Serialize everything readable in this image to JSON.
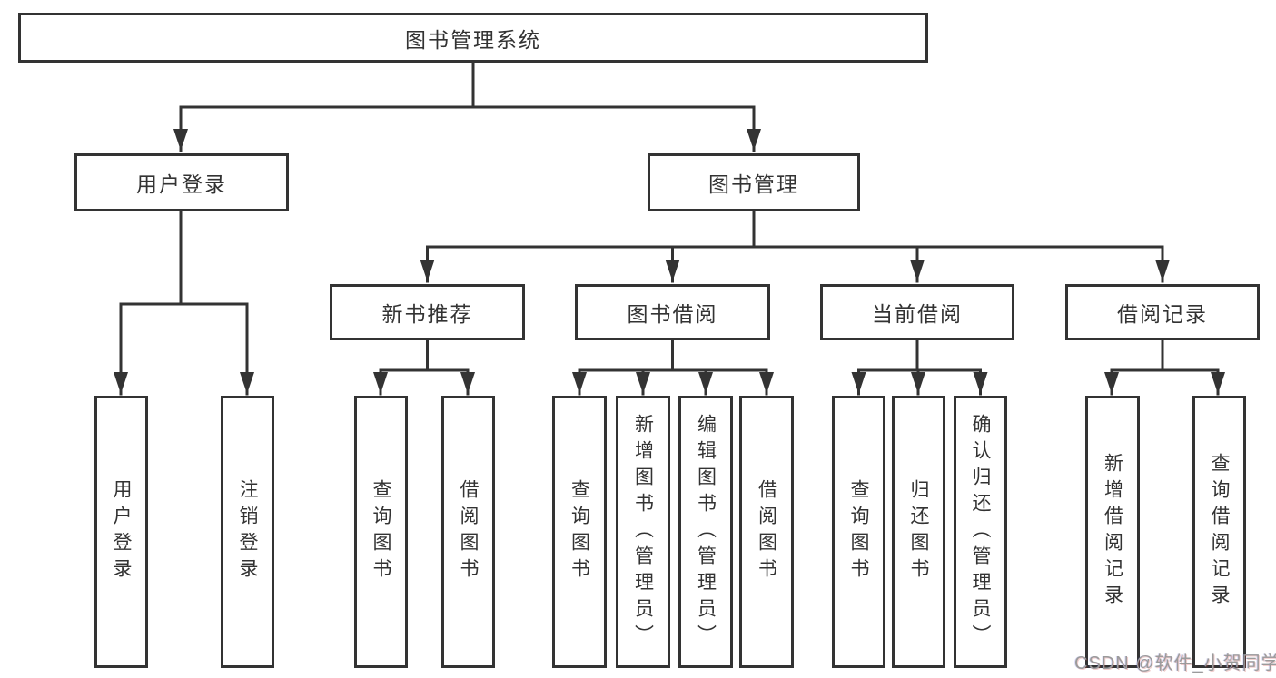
{
  "diagram": {
    "title": "图书管理系统",
    "colors": {
      "line": "#333333",
      "text": "#333333",
      "background": "#ffffff",
      "watermark_gray": "#9b9b9b"
    },
    "nodes": {
      "root": {
        "label": "图书管理系统"
      },
      "level2": [
        {
          "label": "用户登录"
        },
        {
          "label": "图书管理"
        }
      ],
      "level3": [
        {
          "label": "新书推荐"
        },
        {
          "label": "图书借阅"
        },
        {
          "label": "当前借阅"
        },
        {
          "label": "借阅记录"
        }
      ],
      "leaves": [
        {
          "label": "用户登录",
          "parent": "用户登录"
        },
        {
          "label": "注销登录",
          "parent": "用户登录"
        },
        {
          "label": "查询图书",
          "parent": "新书推荐"
        },
        {
          "label": "借阅图书",
          "parent": "新书推荐"
        },
        {
          "label": "查询图书",
          "parent": "图书借阅"
        },
        {
          "label": "新增图书（管理员）",
          "parent": "图书借阅"
        },
        {
          "label": "编辑图书（管理员）",
          "parent": "图书借阅"
        },
        {
          "label": "借阅图书",
          "parent": "图书借阅"
        },
        {
          "label": "查询图书",
          "parent": "当前借阅"
        },
        {
          "label": "归还图书",
          "parent": "当前借阅"
        },
        {
          "label": "确认归还（管理员）",
          "parent": "当前借阅"
        },
        {
          "label": "新增借阅记录",
          "parent": "借阅记录"
        },
        {
          "label": "查询借阅记录",
          "parent": "借阅记录"
        }
      ]
    },
    "watermark": "CSDN @软件_小贺同学"
  }
}
